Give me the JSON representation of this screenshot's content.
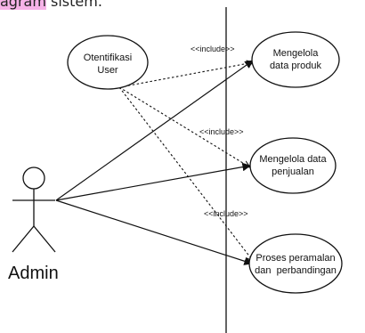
{
  "caption": {
    "highlighted": "agram",
    "rest": " sistem."
  },
  "actor": {
    "label": "Admin"
  },
  "use_cases": {
    "auth": {
      "line1": "Otentifikasi",
      "line2": "User"
    },
    "produk": {
      "line1": "Mengelola",
      "line2": "data produk"
    },
    "penjualan": {
      "line1": "Mengelola data",
      "line2": "penjualan"
    },
    "peramalan": {
      "line1": "Proses peramalan",
      "line2": "dan  perbandingan"
    }
  },
  "relations": {
    "include_1": "<<include>>",
    "include_2": "<<include>>",
    "include_3": "<<include>>"
  },
  "colors": {
    "highlight": "#f6b3e8",
    "line": "#111111"
  }
}
